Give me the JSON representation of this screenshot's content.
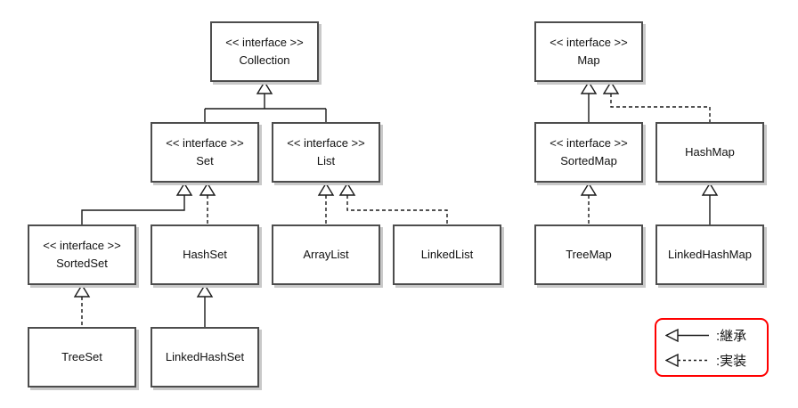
{
  "diagram": {
    "boxes": {
      "collection": {
        "stereotype": "<< interface >>",
        "name": "Collection"
      },
      "set": {
        "stereotype": "<< interface >>",
        "name": "Set"
      },
      "list": {
        "stereotype": "<< interface >>",
        "name": "List"
      },
      "sortedset": {
        "stereotype": "<< interface >>",
        "name": "SortedSet"
      },
      "hashset": {
        "name": "HashSet"
      },
      "arraylist": {
        "name": "ArrayList"
      },
      "linkedlist": {
        "name": "LinkedList"
      },
      "treeset": {
        "name": "TreeSet"
      },
      "linkedhashset": {
        "name": "LinkedHashSet"
      },
      "map": {
        "stereotype": "<< interface >>",
        "name": "Map"
      },
      "sortedmap": {
        "stereotype": "<< interface >>",
        "name": "SortedMap"
      },
      "hashmap": {
        "name": "HashMap"
      },
      "treemap": {
        "name": "TreeMap"
      },
      "linkedhashmap": {
        "name": "LinkedHashMap"
      }
    },
    "relations": [
      {
        "from": "Set",
        "to": "Collection",
        "type": "inheritance"
      },
      {
        "from": "List",
        "to": "Collection",
        "type": "inheritance"
      },
      {
        "from": "SortedSet",
        "to": "Set",
        "type": "inheritance"
      },
      {
        "from": "HashSet",
        "to": "Set",
        "type": "implementation"
      },
      {
        "from": "ArrayList",
        "to": "List",
        "type": "implementation"
      },
      {
        "from": "LinkedList",
        "to": "List",
        "type": "implementation"
      },
      {
        "from": "TreeSet",
        "to": "SortedSet",
        "type": "implementation"
      },
      {
        "from": "LinkedHashSet",
        "to": "HashSet",
        "type": "inheritance"
      },
      {
        "from": "SortedMap",
        "to": "Map",
        "type": "inheritance"
      },
      {
        "from": "HashMap",
        "to": "Map",
        "type": "implementation"
      },
      {
        "from": "TreeMap",
        "to": "SortedMap",
        "type": "implementation"
      },
      {
        "from": "LinkedHashMap",
        "to": "HashMap",
        "type": "inheritance"
      }
    ],
    "legend": {
      "inheritance_label": ":継承",
      "implementation_label": ":実装",
      "border_color": "#ff0000"
    },
    "colors": {
      "box_border": "#4d4d4d",
      "box_shadow": "#c9c9c9",
      "line": "#1a1a1a",
      "background": "#ffffff"
    }
  }
}
